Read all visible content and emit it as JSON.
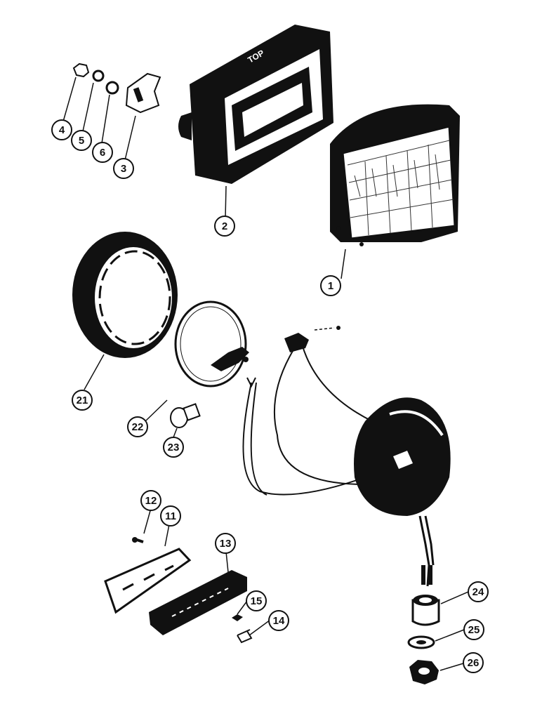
{
  "diagram": {
    "housing_text": "TOP",
    "callouts": [
      {
        "id": "1",
        "label": "1"
      },
      {
        "id": "2",
        "label": "2"
      },
      {
        "id": "3",
        "label": "3"
      },
      {
        "id": "4",
        "label": "4"
      },
      {
        "id": "5",
        "label": "5"
      },
      {
        "id": "6",
        "label": "6"
      },
      {
        "id": "11",
        "label": "11"
      },
      {
        "id": "12",
        "label": "12"
      },
      {
        "id": "13",
        "label": "13"
      },
      {
        "id": "14",
        "label": "14"
      },
      {
        "id": "15",
        "label": "15"
      },
      {
        "id": "21",
        "label": "21"
      },
      {
        "id": "22",
        "label": "22"
      },
      {
        "id": "23",
        "label": "23"
      },
      {
        "id": "24",
        "label": "24"
      },
      {
        "id": "25",
        "label": "25"
      },
      {
        "id": "26",
        "label": "26"
      }
    ]
  }
}
